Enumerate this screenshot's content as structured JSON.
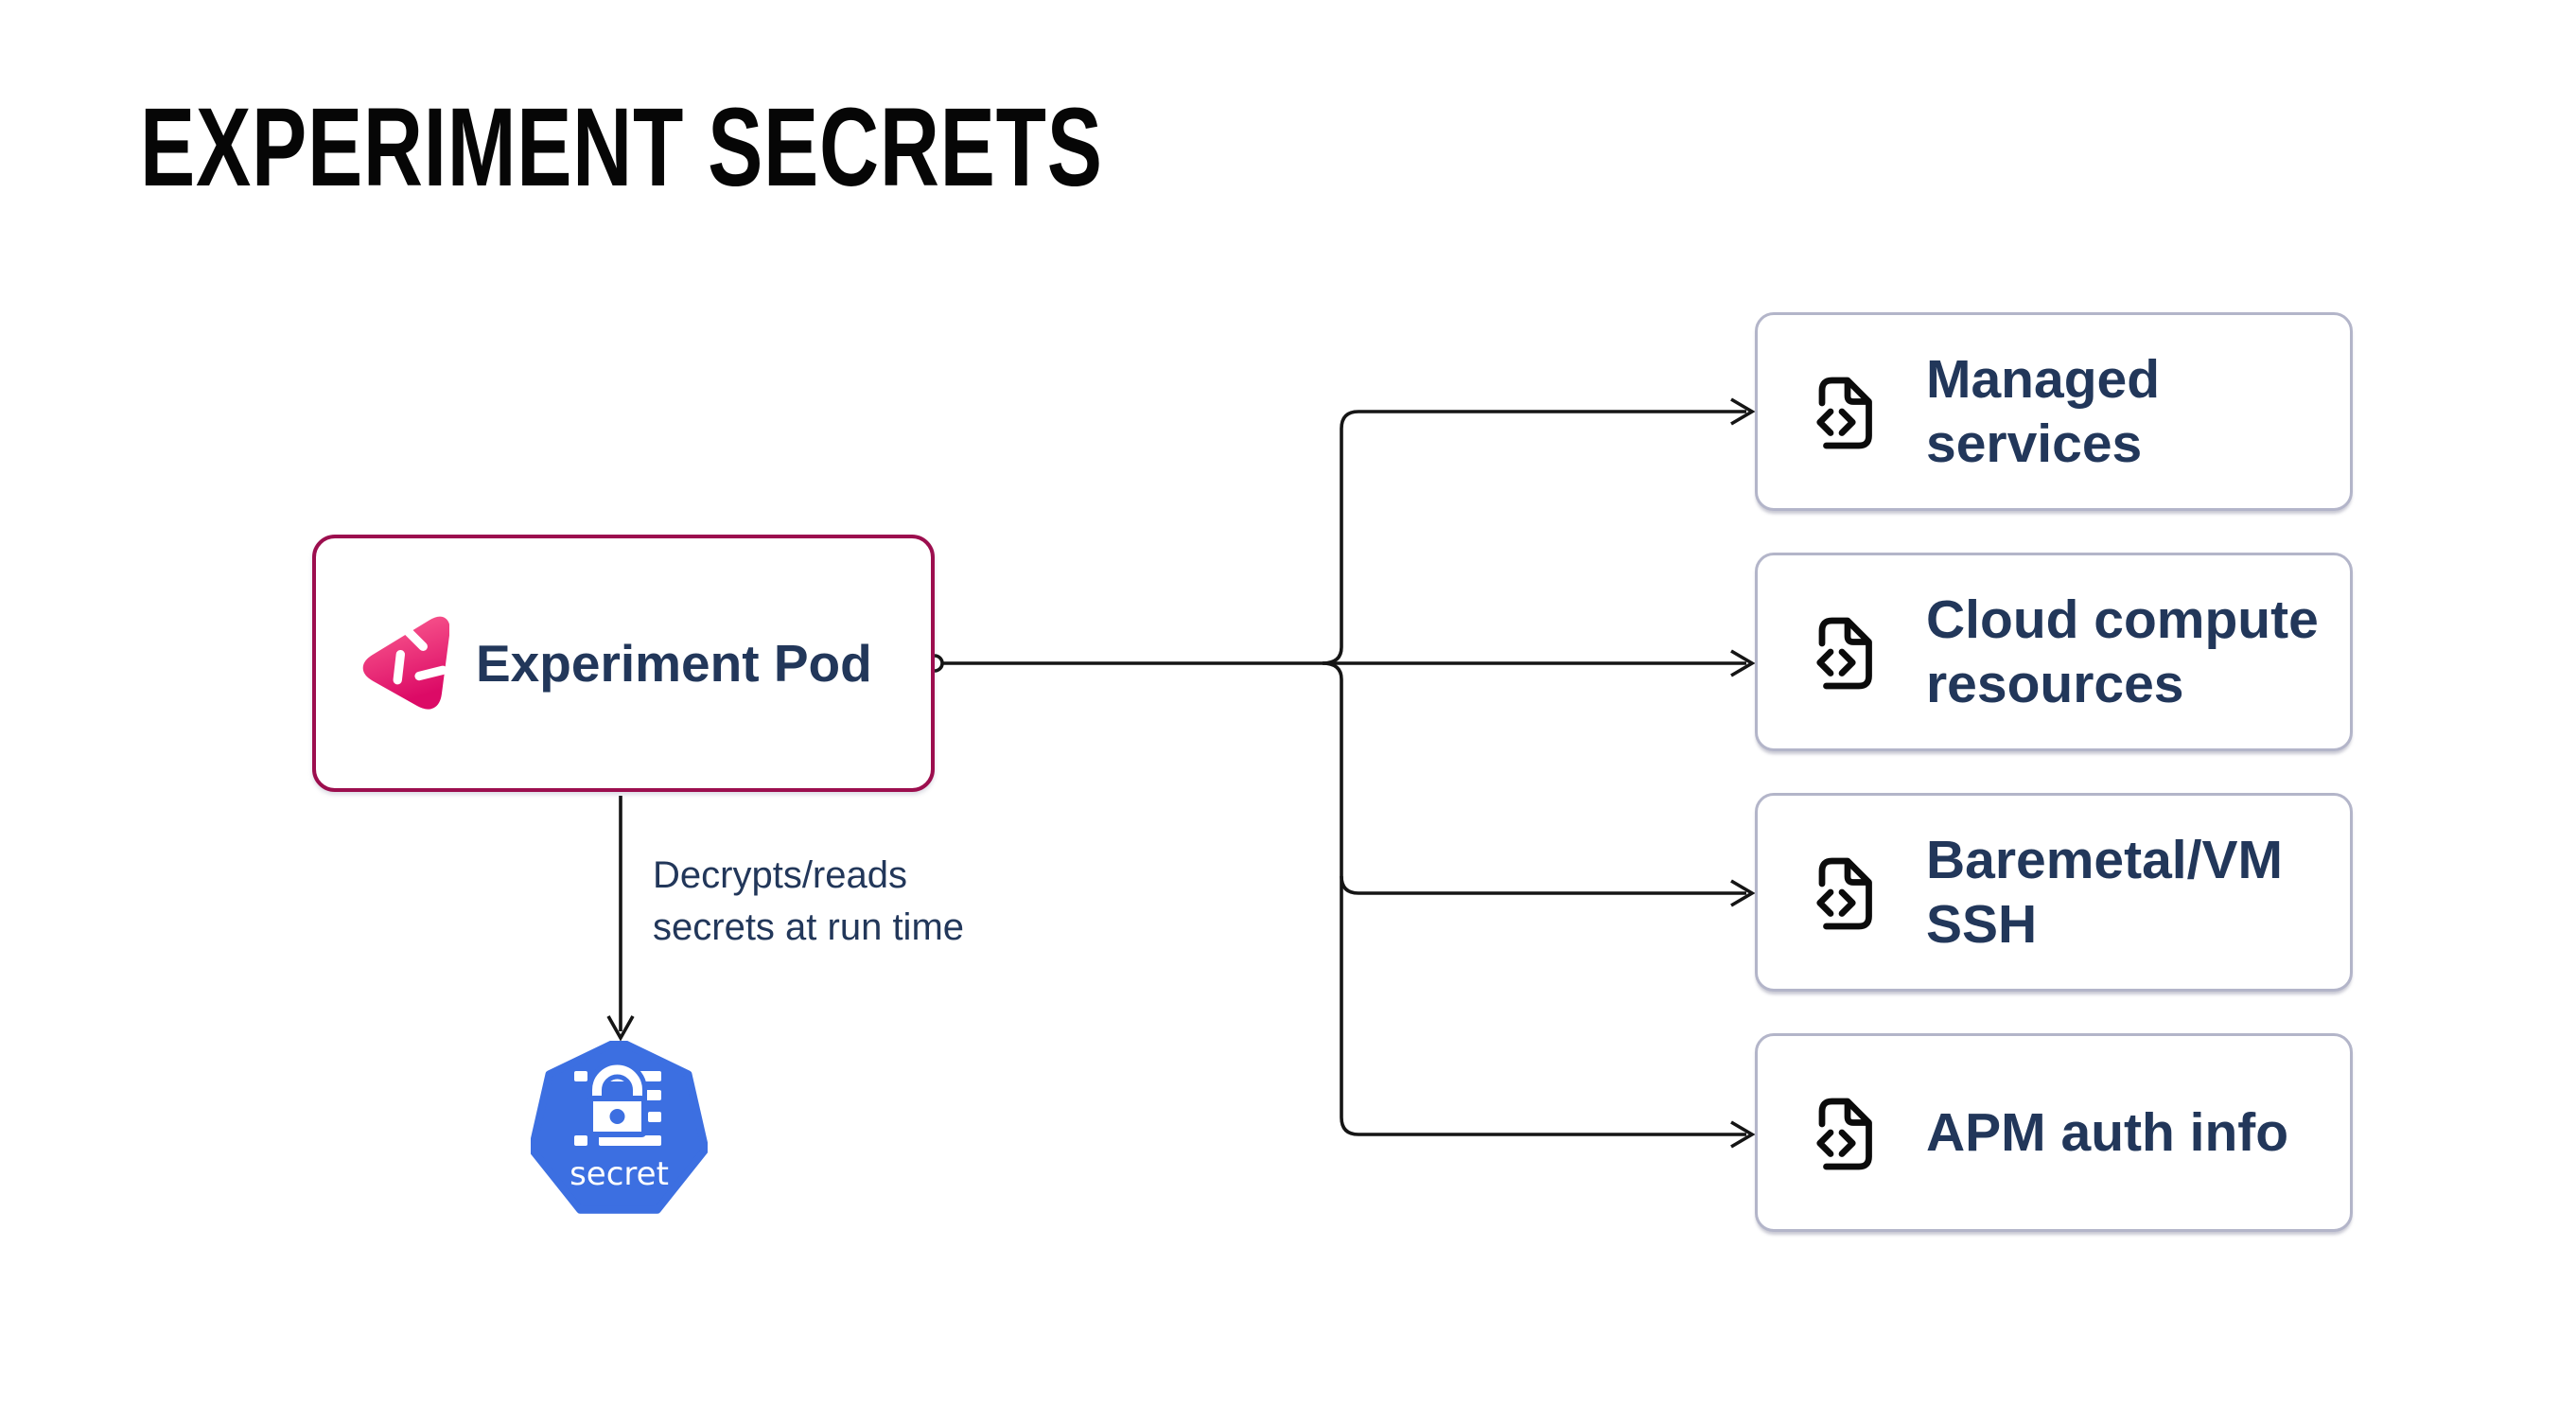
{
  "title": "EXPERIMENT SECRETS",
  "pod": {
    "label": "Experiment Pod",
    "icon": "litmus-chaos-icon"
  },
  "edge_annotation": {
    "lines": [
      "Decrypts/reads",
      "secrets at run time"
    ]
  },
  "secret_node": {
    "label": "secret",
    "icon": "kubernetes-secret-icon"
  },
  "targets": [
    {
      "label": "Managed services",
      "icon": "file-code-icon"
    },
    {
      "label": "Cloud compute resources",
      "icon": "file-code-icon"
    },
    {
      "label": "Baremetal/VM SSH",
      "icon": "file-code-icon"
    },
    {
      "label": "APM auth info",
      "icon": "file-code-icon"
    }
  ],
  "colors": {
    "pod_border": "#9C0E4E",
    "litmus_pink_top": "#F9598E",
    "litmus_pink_bottom": "#DC0A66",
    "label_navy": "#22375A",
    "target_border": "#B3B5C9",
    "kubernetes_blue": "#3C6FE1",
    "connector_line": "#151515",
    "title_black": "#060606"
  }
}
